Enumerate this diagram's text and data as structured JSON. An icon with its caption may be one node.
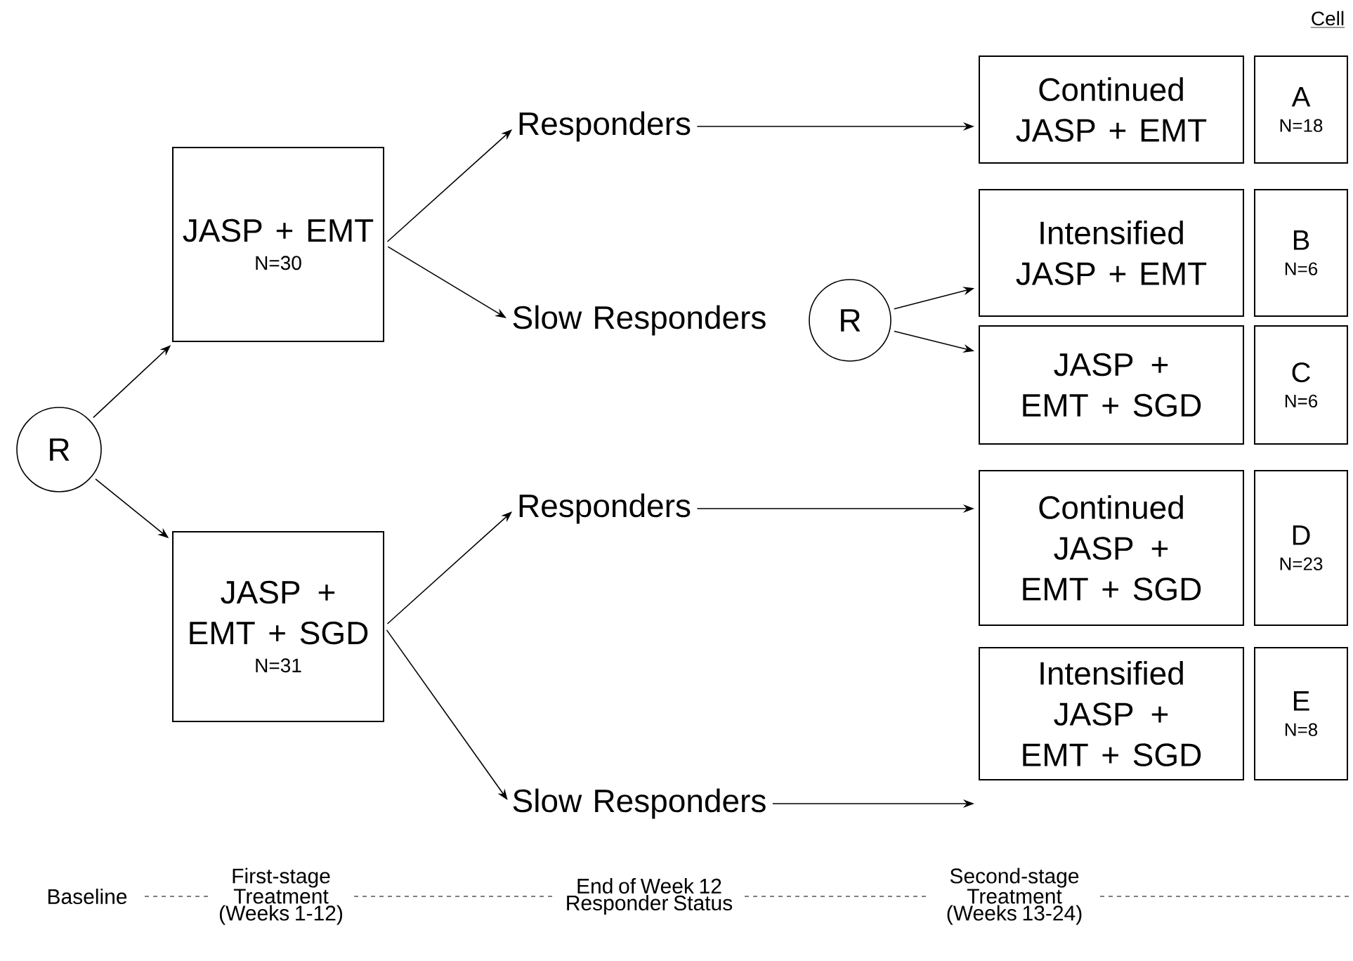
{
  "diagram": {
    "nodes": [
      {
        "text": [
          "R"
        ]
      },
      {
        "text": [
          "JASP + EMT",
          "N=30"
        ]
      },
      {
        "text": [
          "JASP + EMT + SGD",
          "N=31"
        ]
      },
      {
        "text": [
          "Responders"
        ]
      },
      {
        "text": [
          "Slow Responders"
        ]
      },
      {
        "text": [
          "R"
        ]
      },
      {
        "text": [
          "Responders"
        ]
      },
      {
        "text": [
          "Slow Responders"
        ]
      },
      {
        "text": [
          "Continued JASP + EMT"
        ]
      },
      {
        "text": [
          "Intensified JASP + EMT"
        ]
      },
      {
        "text": [
          "JASP + EMT + SGD"
        ]
      },
      {
        "text": [
          "Continued JASP + EMT + SGD"
        ]
      },
      {
        "text": [
          "Intensified JASP + EMT + SGD"
        ]
      },
      {
        "text": [
          "A",
          "N=18"
        ]
      },
      {
        "text": [
          "B",
          "N=6"
        ]
      },
      {
        "text": [
          "C",
          "N=6"
        ]
      },
      {
        "text": [
          "D",
          "N=23"
        ]
      },
      {
        "text": [
          "E",
          "N=8"
        ]
      }
    ],
    "edges": [
      {
        "from": 0,
        "to": 1,
        "arrow": "to"
      },
      {
        "from": 0,
        "to": 2,
        "arrow": "to"
      },
      {
        "from": 1,
        "to": 3,
        "arrow": "to"
      },
      {
        "from": 1,
        "to": 4,
        "arrow": "to"
      },
      {
        "from": 3,
        "to": 8,
        "arrow": "to"
      },
      {
        "from": 5,
        "to": 9,
        "arrow": "to"
      },
      {
        "from": 5,
        "to": 10,
        "arrow": "to"
      },
      {
        "from": 2,
        "to": 6,
        "arrow": "to"
      },
      {
        "from": 2,
        "to": 7,
        "arrow": "to"
      },
      {
        "from": 6,
        "to": 11,
        "arrow": "to"
      },
      {
        "from": 7,
        "to": 12,
        "arrow": "to"
      }
    ],
    "labels": [
      "Cell",
      "Baseline",
      "First-stage Treatment (Weeks 1-12)",
      "End of Week 12 Responder Status",
      "Second-stage Treatment (Weeks 13-24)"
    ]
  }
}
